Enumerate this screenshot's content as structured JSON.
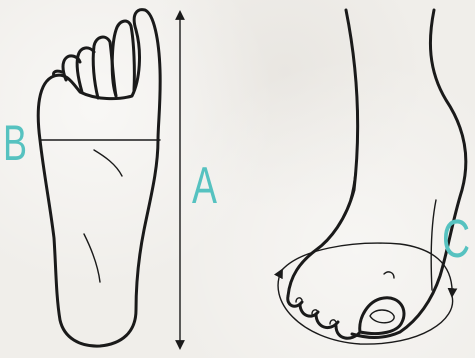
{
  "colors": {
    "label": "#56c2c0",
    "line": "#1a1a1a",
    "background": "#f0eeea"
  },
  "labels": {
    "a": "A",
    "b": "B",
    "c": "C"
  }
}
